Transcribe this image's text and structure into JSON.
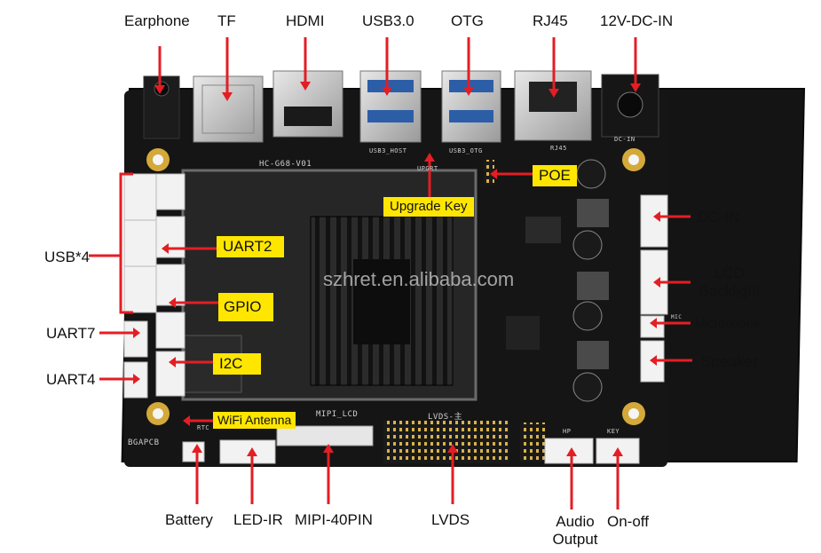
{
  "top_labels": {
    "earphone": "Earphone",
    "tf": "TF",
    "hdmi": "HDMI",
    "usb3": "USB3.0",
    "otg": "OTG",
    "rj45": "RJ45",
    "dc_in_12v": "12V-DC-IN"
  },
  "left_labels": {
    "usb4": "USB*4",
    "uart7": "UART7",
    "uart4": "UART4"
  },
  "right_labels": {
    "dc_in": "DC-IN",
    "lcd_backlight_line1": "LCD",
    "lcd_backlight_line2": "Backlight",
    "microphone": "Microphone",
    "speaker": "Speaker"
  },
  "bottom_labels": {
    "battery": "Battery",
    "led_ir": "LED-IR",
    "mipi_40pin": "MIPI-40PIN",
    "lvds": "LVDS",
    "audio_output_line1": "Audio",
    "audio_output_line2": "Output",
    "on_off": "On-off"
  },
  "board_tags": {
    "poe": "POE",
    "upgrade_key": "Upgrade Key",
    "uart2": "UART2",
    "gpio": "GPIO",
    "i2c": "I2C",
    "wifi_antenna": "WiFi Antenna"
  },
  "silkscreen": {
    "board_id": "HC-G68-V01",
    "usb_host": "USB3_HOST",
    "usb_otg": "USB3_OTG",
    "rj45": "RJ45",
    "dc_in": "DC-IN",
    "mipi_lcd": "MIPI_LCD",
    "lvds": "LVDS-主",
    "bgapcb": "BGAPCB",
    "rtc": "RTC",
    "hp": "HP",
    "key": "KEY",
    "upgrade": "UPGRT",
    "mic": "MIC"
  },
  "watermark": "szhret.en.alibaba.com",
  "colors": {
    "pcb": "#141414",
    "heatsink": "#1b1b1b",
    "arrow": "#e31e24",
    "tag": "#ffe600",
    "connector_white": "#f2f2f2",
    "metal": "#c8c8c8"
  }
}
